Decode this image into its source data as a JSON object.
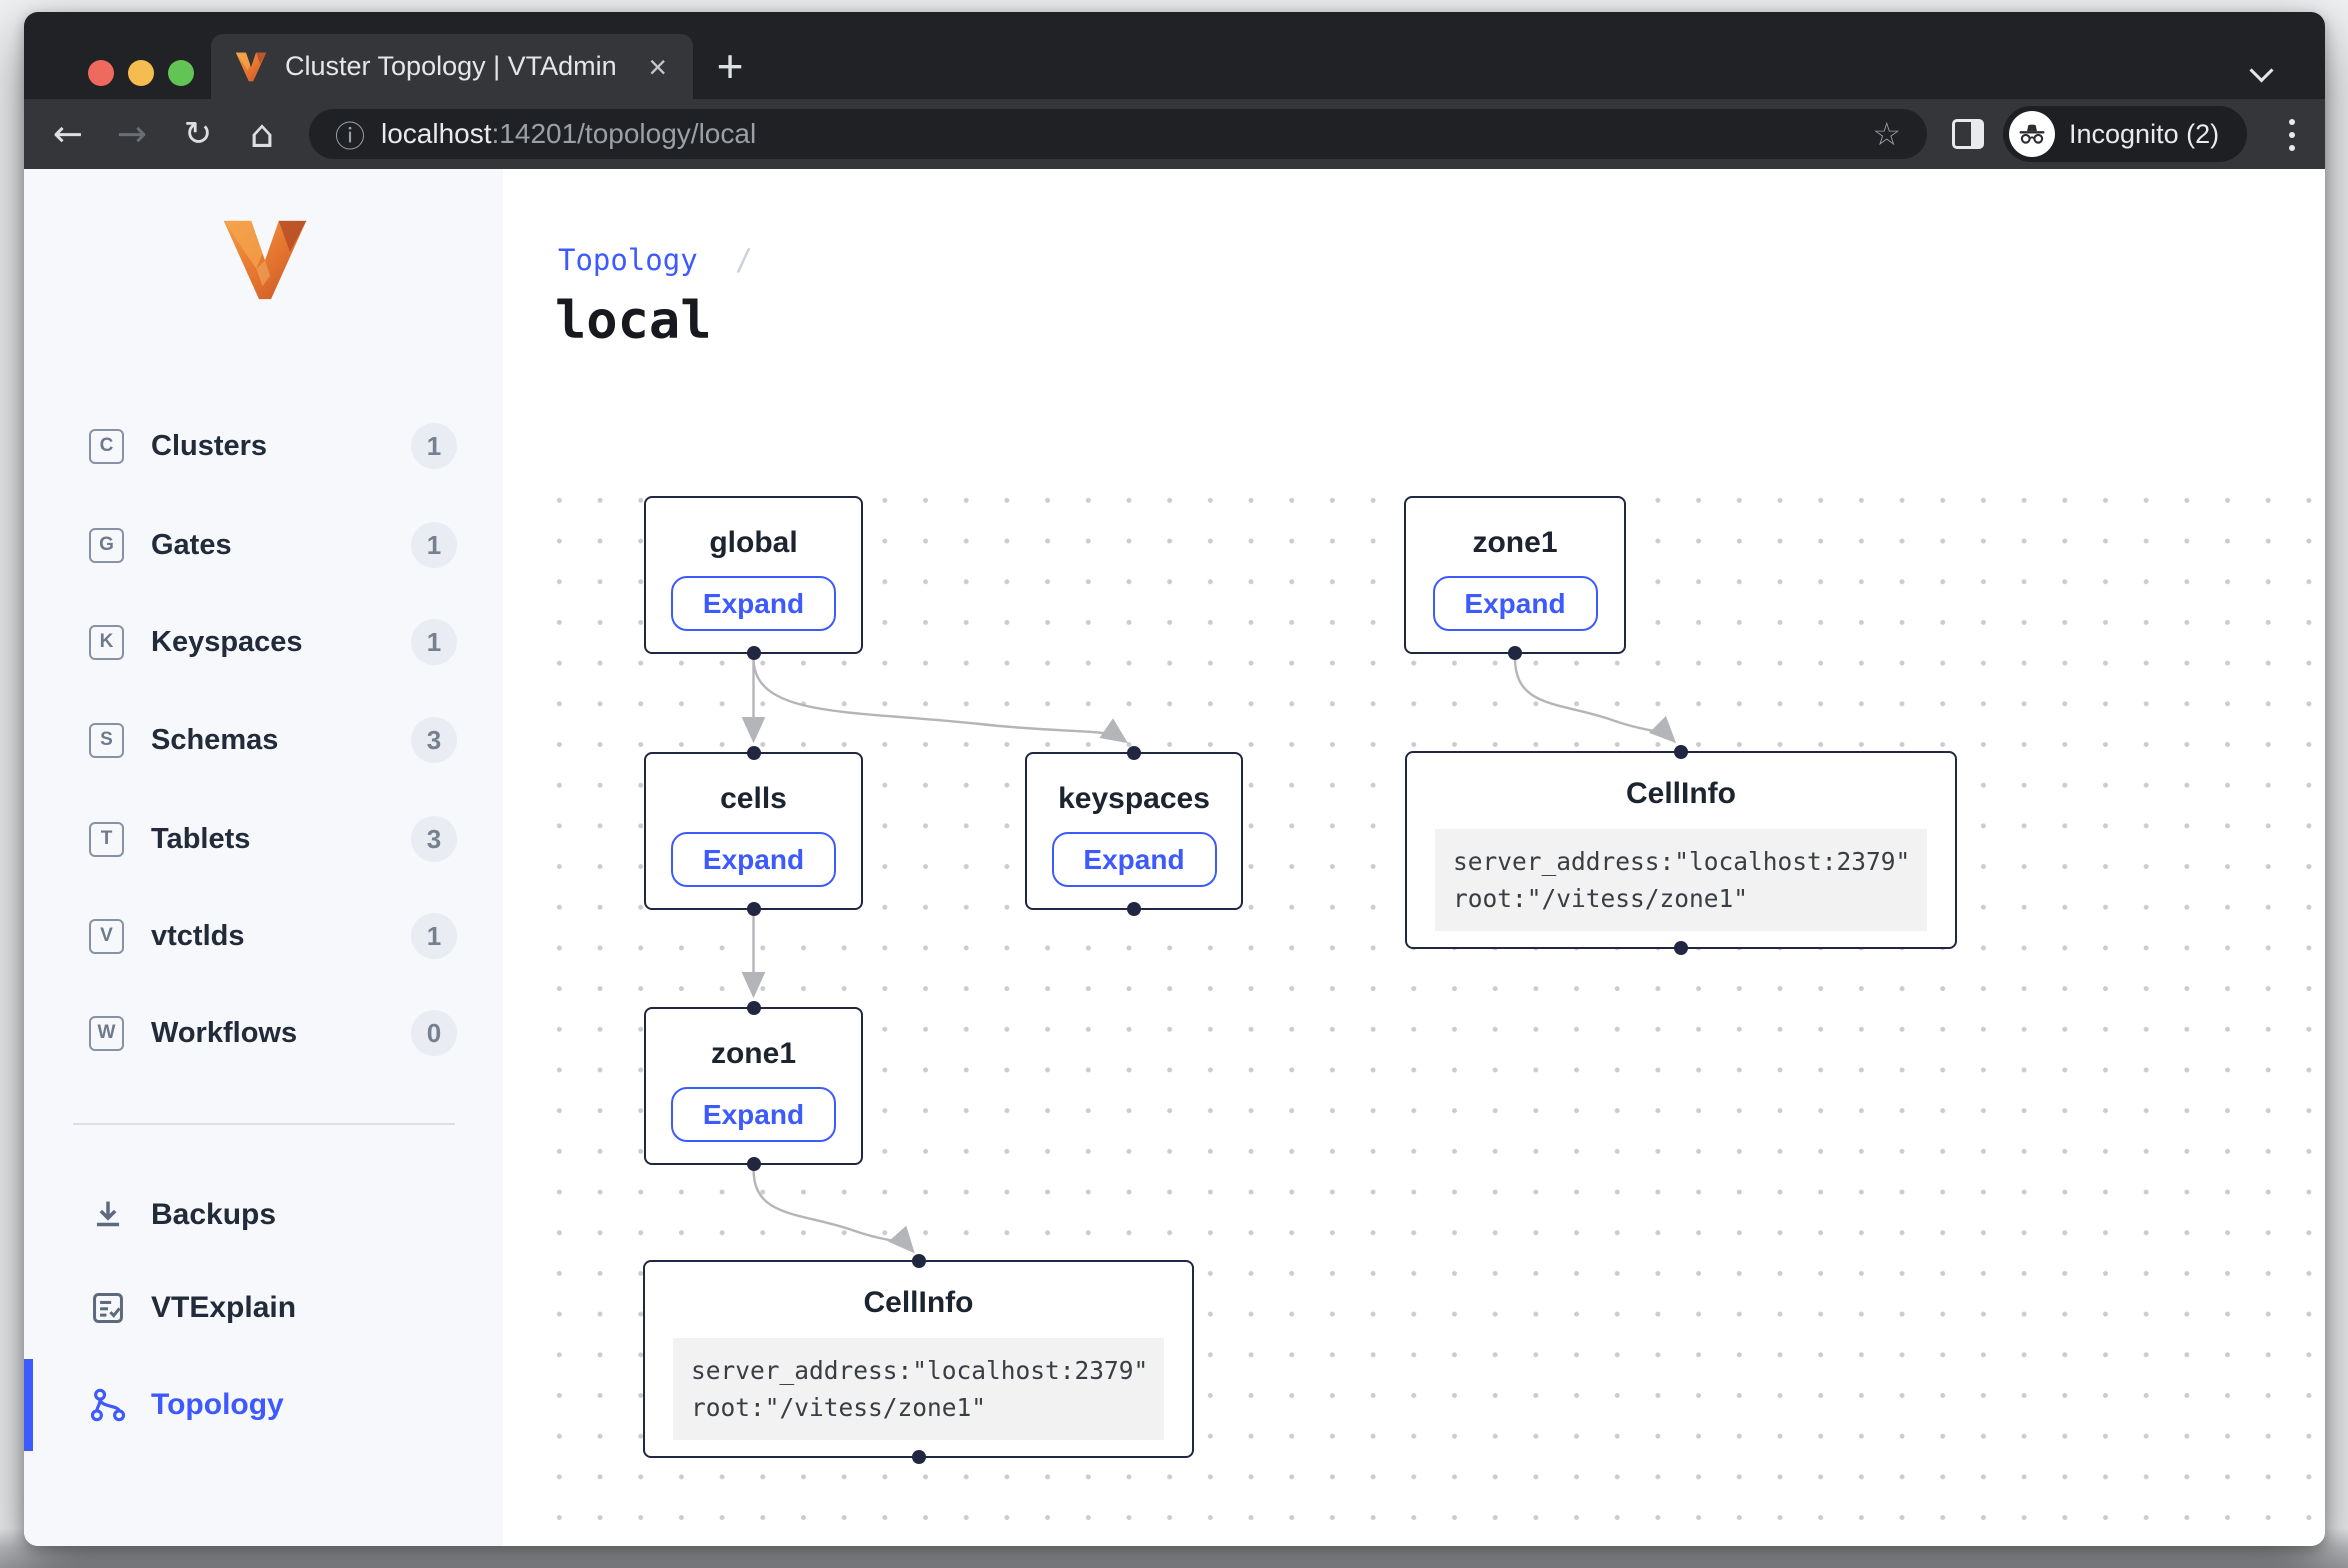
{
  "browser": {
    "tab_title": "Cluster Topology | VTAdmin",
    "close_tab_glyph": "×",
    "new_tab_glyph": "+",
    "back_glyph": "←",
    "forward_glyph": "→",
    "reload_glyph": "↻",
    "home_glyph": "⌂",
    "url_info_glyph": "ⓘ",
    "url_host": "localhost",
    "url_path": ":14201/topology/local",
    "star_glyph": "☆",
    "incognito_label": "Incognito (2)"
  },
  "sidebar": {
    "items": [
      {
        "letter": "C",
        "label": "Clusters",
        "count": "1"
      },
      {
        "letter": "G",
        "label": "Gates",
        "count": "1"
      },
      {
        "letter": "K",
        "label": "Keyspaces",
        "count": "1"
      },
      {
        "letter": "S",
        "label": "Schemas",
        "count": "3"
      },
      {
        "letter": "T",
        "label": "Tablets",
        "count": "3"
      },
      {
        "letter": "V",
        "label": "vtctlds",
        "count": "1"
      },
      {
        "letter": "W",
        "label": "Workflows",
        "count": "0"
      }
    ],
    "tools": [
      {
        "label": "Backups"
      },
      {
        "label": "VTExplain"
      },
      {
        "label": "Topology"
      }
    ],
    "active_tool": "Topology"
  },
  "page": {
    "breadcrumb": "Topology",
    "breadcrumb_separator": "/",
    "title": "local"
  },
  "graph": {
    "expand_label": "Expand",
    "nodes": [
      {
        "id": "global",
        "title": "global"
      },
      {
        "id": "zone1-right",
        "title": "zone1"
      },
      {
        "id": "cells",
        "title": "cells"
      },
      {
        "id": "keyspaces",
        "title": "keyspaces"
      },
      {
        "id": "cellinfo-right",
        "title": "CellInfo",
        "lines": [
          "server_address:\"localhost:2379\"",
          "root:\"/vitess/zone1\""
        ]
      },
      {
        "id": "zone1-left",
        "title": "zone1"
      },
      {
        "id": "cellinfo-bottom",
        "title": "CellInfo",
        "lines": [
          "server_address:\"localhost:2379\"",
          "root:\"/vitess/zone1\""
        ]
      }
    ],
    "edges": [
      {
        "from": "global",
        "to": "cells"
      },
      {
        "from": "global",
        "to": "keyspaces"
      },
      {
        "from": "zone1-right",
        "to": "cellinfo-right"
      },
      {
        "from": "cells",
        "to": "zone1-left"
      },
      {
        "from": "zone1-left",
        "to": "cellinfo-bottom"
      }
    ]
  },
  "colors": {
    "accent": "#3d5afe",
    "node_border": "#222741",
    "edge": "#b4b5b9",
    "sidebar_bg": "#f7f8fb",
    "tabbar_bg": "#212226",
    "toolbar_bg": "#35363a",
    "logo_orange": "#e5732f"
  }
}
